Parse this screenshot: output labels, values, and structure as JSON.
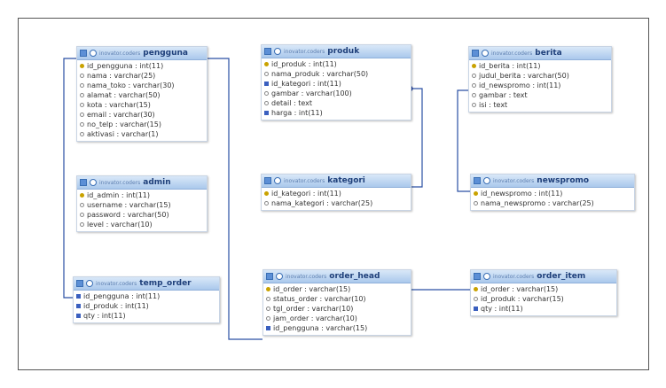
{
  "tables": {
    "pengguna": {
      "db": "inovator.coders",
      "name": "pengguna",
      "columns": [
        {
          "label": "id_pengguna : int(11)",
          "kind": "key"
        },
        {
          "label": "nama : varchar(25)",
          "kind": "col"
        },
        {
          "label": "nama_toko : varchar(30)",
          "kind": "col"
        },
        {
          "label": "alamat : varchar(50)",
          "kind": "col"
        },
        {
          "label": "kota : varchar(15)",
          "kind": "col"
        },
        {
          "label": "email : varchar(30)",
          "kind": "col"
        },
        {
          "label": "no_telp : varchar(15)",
          "kind": "col"
        },
        {
          "label": "aktivasi : varchar(1)",
          "kind": "col"
        }
      ]
    },
    "admin": {
      "db": "inovator.coders",
      "name": "admin",
      "columns": [
        {
          "label": "id_admin : int(11)",
          "kind": "key"
        },
        {
          "label": "username : varchar(15)",
          "kind": "col"
        },
        {
          "label": "password : varchar(50)",
          "kind": "col"
        },
        {
          "label": "level : varchar(10)",
          "kind": "col"
        }
      ]
    },
    "temp_order": {
      "db": "inovator.coders",
      "name": "temp_order",
      "columns": [
        {
          "label": "id_pengguna : int(11)",
          "kind": "fk"
        },
        {
          "label": "id_produk : int(11)",
          "kind": "fk"
        },
        {
          "label": "qty : int(11)",
          "kind": "fk"
        }
      ]
    },
    "produk": {
      "db": "inovator.coders",
      "name": "produk",
      "columns": [
        {
          "label": "id_produk : int(11)",
          "kind": "key"
        },
        {
          "label": "nama_produk : varchar(50)",
          "kind": "col"
        },
        {
          "label": "id_kategori : int(11)",
          "kind": "fk"
        },
        {
          "label": "gambar : varchar(100)",
          "kind": "col"
        },
        {
          "label": "detail : text",
          "kind": "col"
        },
        {
          "label": "harga : int(11)",
          "kind": "fk"
        }
      ]
    },
    "kategori": {
      "db": "inovator.coders",
      "name": "kategori",
      "columns": [
        {
          "label": "id_kategori : int(11)",
          "kind": "key"
        },
        {
          "label": "nama_kategori : varchar(25)",
          "kind": "col"
        }
      ]
    },
    "berita": {
      "db": "inovator.coders",
      "name": "berita",
      "columns": [
        {
          "label": "id_berita : int(11)",
          "kind": "key"
        },
        {
          "label": "judul_berita : varchar(50)",
          "kind": "col"
        },
        {
          "label": "id_newspromo : int(11)",
          "kind": "col"
        },
        {
          "label": "gambar : text",
          "kind": "col"
        },
        {
          "label": "isi : text",
          "kind": "col"
        }
      ]
    },
    "newspromo": {
      "db": "inovator.coders",
      "name": "newspromo",
      "columns": [
        {
          "label": "id_newspromo : int(11)",
          "kind": "key"
        },
        {
          "label": "nama_newspromo : varchar(25)",
          "kind": "col"
        }
      ]
    },
    "order_head": {
      "db": "inovator.coders",
      "name": "order_head",
      "columns": [
        {
          "label": "id_order : varchar(15)",
          "kind": "key"
        },
        {
          "label": "status_order : varchar(10)",
          "kind": "col"
        },
        {
          "label": "tgl_order : varchar(10)",
          "kind": "col"
        },
        {
          "label": "jam_order : varchar(10)",
          "kind": "col"
        },
        {
          "label": "id_pengguna : varchar(15)",
          "kind": "fk"
        }
      ]
    },
    "order_item": {
      "db": "inovator.coders",
      "name": "order_item",
      "columns": [
        {
          "label": "id_order : varchar(15)",
          "kind": "key"
        },
        {
          "label": "id_produk : varchar(15)",
          "kind": "col"
        },
        {
          "label": "qty : int(11)",
          "kind": "fk"
        }
      ]
    }
  }
}
